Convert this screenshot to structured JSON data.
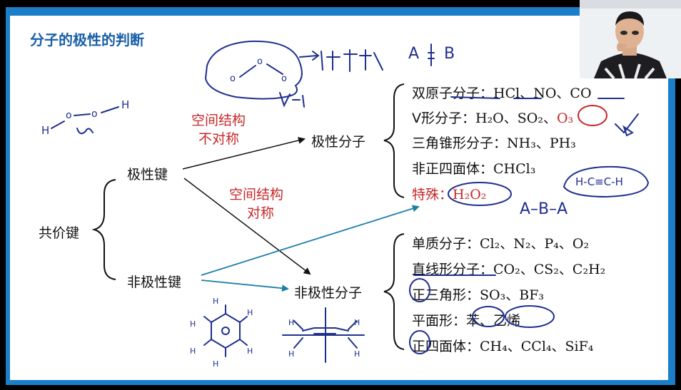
{
  "title": "分子的极性的判断",
  "root": "共价键",
  "bonds": {
    "polar": "极性键",
    "nonpolar": "非极性键"
  },
  "arrow_labels": {
    "asym_line1": "空间结构",
    "asym_line2": "不对称",
    "sym_line1": "空间结构",
    "sym_line2": "对称"
  },
  "molecule_types": {
    "polar": "极性分子",
    "nonpolar": "非极性分子"
  },
  "polar_list": {
    "diatomic": {
      "label": "双原子分子：",
      "items": [
        "HCl",
        "、NO",
        "、CO"
      ]
    },
    "vshape": {
      "label": "V形分子：",
      "formula": "H₂O、SO₂、",
      "highlight": "O₃"
    },
    "pyramid": {
      "label": "三角锥形分子：",
      "formula": "NH₃、PH₃"
    },
    "nontetra": {
      "label": "非正四面体：",
      "formula": "CHCl₃"
    },
    "special": {
      "label": "特殊：",
      "formula": "H₂O₂"
    }
  },
  "nonpolar_list": {
    "elemental": {
      "label": "单质分子：",
      "formula": "Cl₂、N₂、P₄、O₂"
    },
    "linear": {
      "label": "直线形分子：",
      "formula": "CO₂、CS₂、C₂H₂"
    },
    "triangle": {
      "label": "正三角形：",
      "formula": "SO₃、BF₃"
    },
    "planar": {
      "label": "平面形：",
      "item1": "苯",
      "sep": "、",
      "item2": "乙烯"
    },
    "tetra": {
      "label": "正四面体：",
      "formula": "CH₄、CCl₄、SiF₄"
    }
  },
  "colors": {
    "frame": "#1a7fc8",
    "title": "#1a5fa8",
    "accent_red": "#c62828",
    "ink_blue": "#1f2f8f",
    "arrow_teal": "#1a7fa8"
  },
  "icons": [
    "webcam-presenter"
  ]
}
